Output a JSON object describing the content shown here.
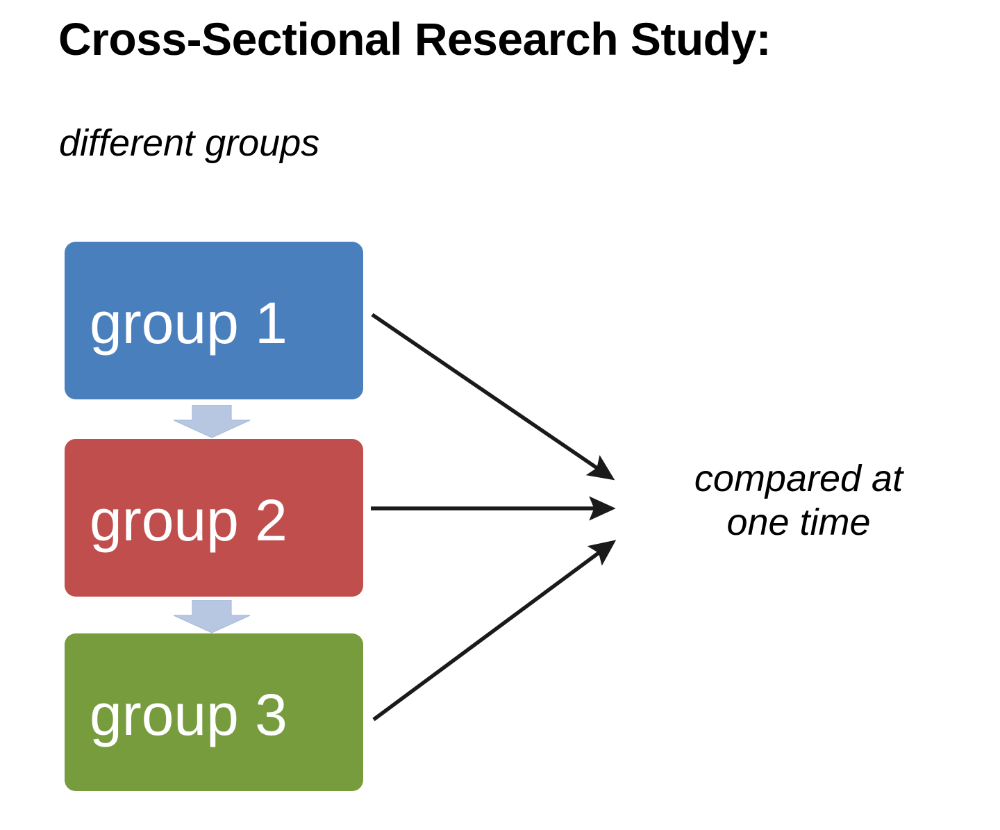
{
  "heading": {
    "title": "Cross-Sectional Research Study:",
    "subtitle": "different groups"
  },
  "groups": [
    {
      "label": "group 1",
      "color": "#4a7fbe",
      "icon": "rounded-rectangle"
    },
    {
      "label": "group 2",
      "color": "#c04e4c",
      "icon": "rounded-rectangle"
    },
    {
      "label": "group 3",
      "color": "#769c3e",
      "icon": "rounded-rectangle"
    }
  ],
  "connectors": {
    "chevron_color": "#b7c7e2",
    "chevron_outline": "#9fb3d6",
    "down_arrow_icon": "down-arrow-icon",
    "count": 2
  },
  "arrows": {
    "color": "#1a1a1a",
    "items": [
      {
        "name": "arrow-group-1-to-caption",
        "from": "group 1",
        "to": "compared at one time",
        "direction": "down-right"
      },
      {
        "name": "arrow-group-2-to-caption",
        "from": "group 2",
        "to": "compared at one time",
        "direction": "right"
      },
      {
        "name": "arrow-group-3-to-caption",
        "from": "group 3",
        "to": "compared at one time",
        "direction": "up-right"
      }
    ]
  },
  "caption": {
    "line1": "compared at",
    "line2": "one time"
  },
  "colors": {
    "background": "#ffffff",
    "text": "#000000",
    "box_text": "#ffffff"
  }
}
